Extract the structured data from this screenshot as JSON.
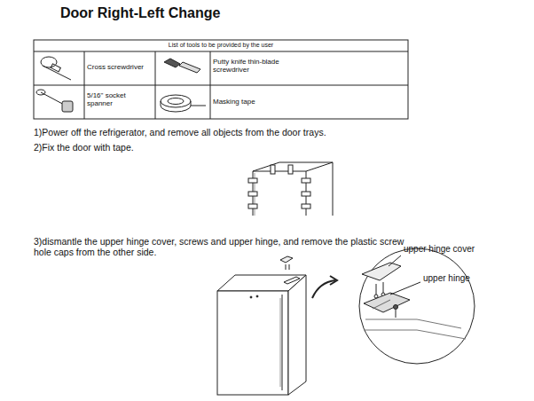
{
  "diagram": {
    "title": "Door Right-Left Change",
    "labels": [
      "List of tools to be provided by the user",
      "Cross screwdriver",
      "Putty knife thin-blade screwdriver",
      "5/16\" socket spanner",
      "Masking tape",
      "1)Power off the refrigerator, and remove all objects from the door trays.",
      "2)Fix the door with tape.",
      "3)dismantle the upper hinge cover, screws and upper hinge, and remove the plastic screw hole caps from the other side.",
      "upper hinge cover",
      "upper hinge"
    ]
  }
}
